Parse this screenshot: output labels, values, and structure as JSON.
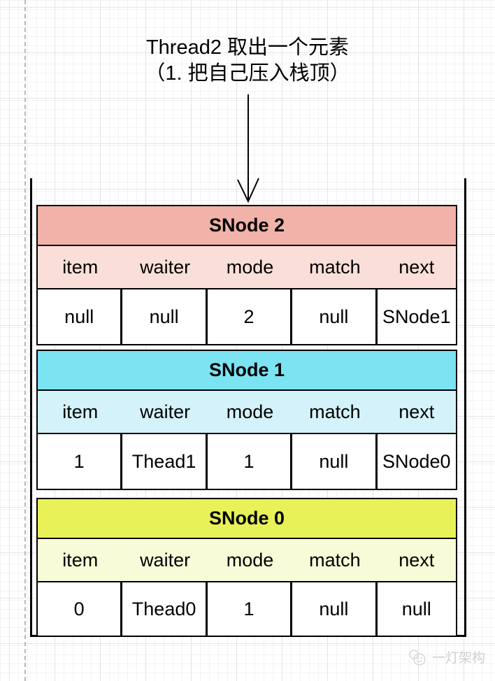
{
  "title": {
    "line1": "Thread2 取出一个元素",
    "line2": "（1. 把自己压入栈顶）"
  },
  "columns": [
    "item",
    "waiter",
    "mode",
    "match",
    "next"
  ],
  "nodes": [
    {
      "name": "SNode 2",
      "header_color": "#f1b2a9",
      "subheader_color": "#fadfd9",
      "values": [
        "null",
        "null",
        "2",
        "null",
        "SNode1"
      ]
    },
    {
      "name": "SNode 1",
      "header_color": "#7ce3f3",
      "subheader_color": "#d4f2f9",
      "values": [
        "1",
        "Thead1",
        "1",
        "null",
        "SNode0"
      ]
    },
    {
      "name": "SNode 0",
      "header_color": "#e9f159",
      "subheader_color": "#f8fbd7",
      "values": [
        "0",
        "Thead0",
        "1",
        "null",
        "null"
      ]
    }
  ],
  "annotation_arrow": "down-arrow",
  "watermark": {
    "icon": "mascot-face-icon",
    "text": "一灯架构"
  },
  "colors": {
    "line": "#000000",
    "grid_major": "#e4e4e4",
    "grid_minor": "#f3f3f3",
    "dashed_guide": "#b7b7b7",
    "watermark_gray": "#cfcfcf"
  }
}
